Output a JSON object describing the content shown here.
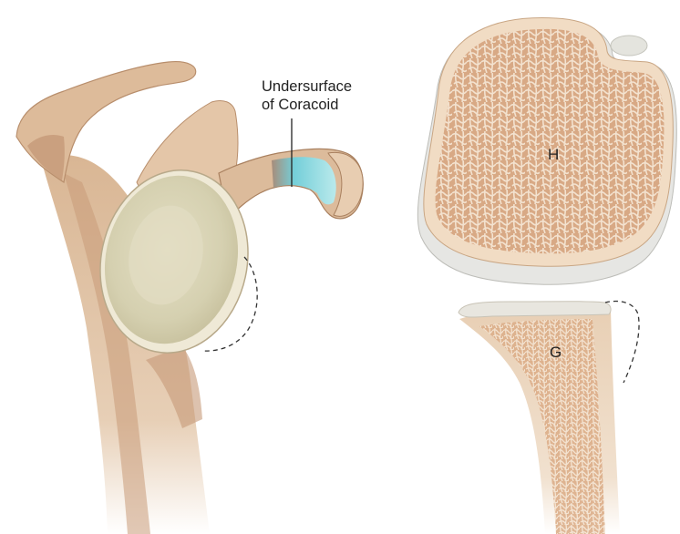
{
  "labels": {
    "undersurface_line1": "Undersurface",
    "undersurface_line2": "of Coracoid",
    "humeral_head": "H",
    "glenoid": "G"
  },
  "colors": {
    "bone": "#e5cdb2",
    "bone_dark": "#c79f7c",
    "bone_shadow": "#b78562",
    "glenoid_cartilage": "#dcd7b8",
    "coracoid_highlight": "#7ed6e0",
    "trabecular": "#d4a07a",
    "cortex": "#f0dcc6",
    "cartilage_cap": "#ebe8df",
    "outline_dash": "#333333"
  }
}
